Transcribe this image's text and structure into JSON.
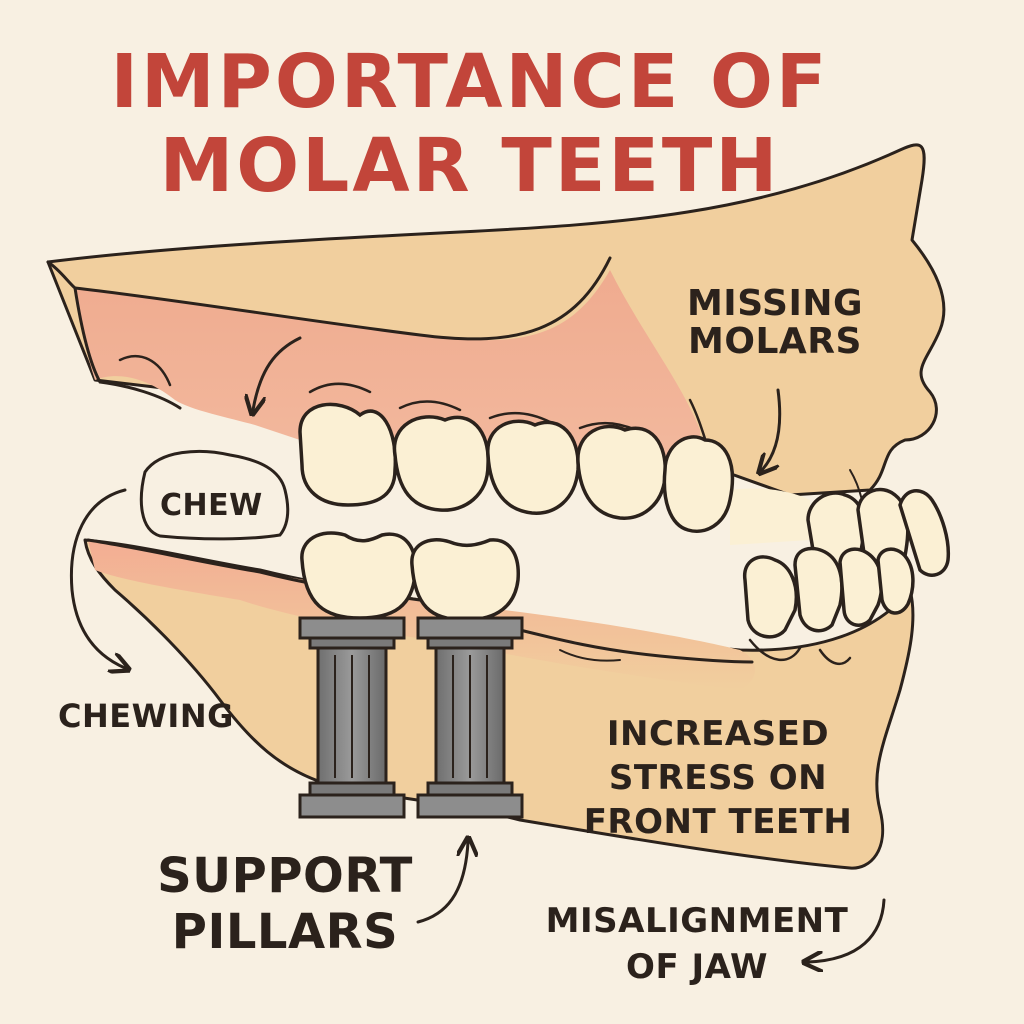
{
  "title": {
    "line1": "IMPORTANCE OF",
    "line2": "MOLAR TEETH"
  },
  "labels": {
    "missing_molars": [
      "MISSING",
      "MOLARS"
    ],
    "chew": "CHEW",
    "chewing": "CHEWING",
    "increased_stress": [
      "INCREASED",
      "STRESS ON",
      "FRONT TEETH"
    ],
    "support_pillars": [
      "SUPPORT",
      "PILLARS"
    ],
    "misalignment": [
      "MISALIGNMENT",
      "OF JAW"
    ]
  },
  "colors": {
    "title": "#c2453a",
    "background": "#f8f0e2",
    "bone": "#f1cf9e",
    "gum": "#eea48c",
    "tooth": "#fbf0d4",
    "pillar": "#7c7c7c",
    "outline": "#2b221c"
  }
}
